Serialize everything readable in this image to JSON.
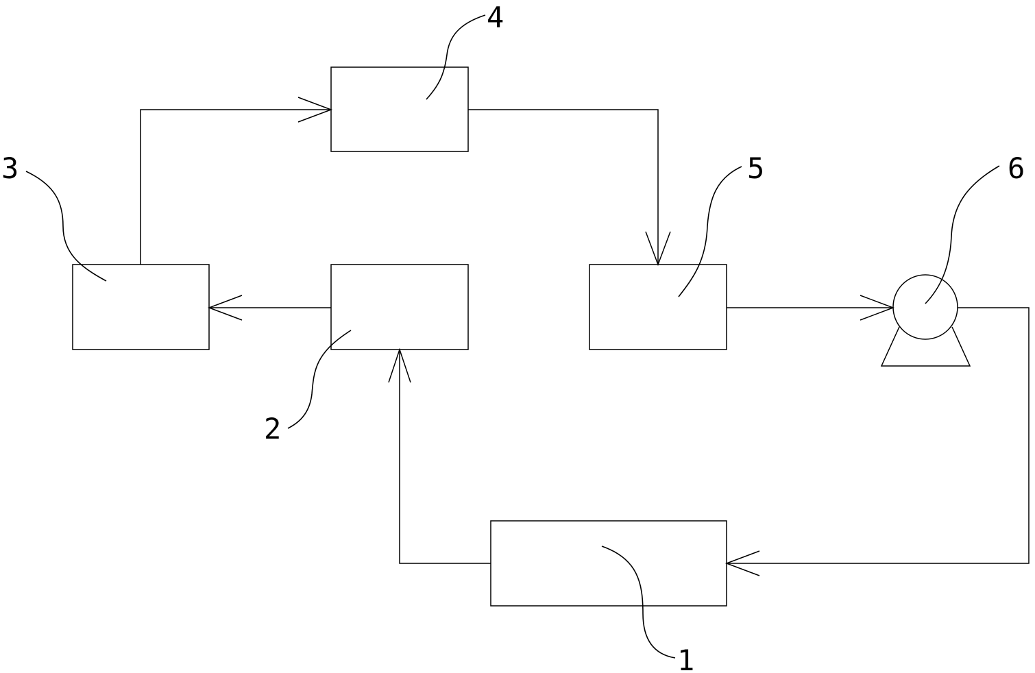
{
  "diagram": {
    "components": [
      {
        "id": "1",
        "label": "1"
      },
      {
        "id": "2",
        "label": "2"
      },
      {
        "id": "3",
        "label": "3"
      },
      {
        "id": "4",
        "label": "4"
      },
      {
        "id": "5",
        "label": "5"
      },
      {
        "id": "6",
        "label": "6",
        "symbol": "pump-icon"
      }
    ],
    "flows": [
      {
        "from": "1",
        "to": "2"
      },
      {
        "from": "2",
        "to": "3"
      },
      {
        "from": "3",
        "to": "4"
      },
      {
        "from": "4",
        "to": "5"
      },
      {
        "from": "5",
        "to": "6"
      },
      {
        "from": "6",
        "to": "1"
      }
    ],
    "colors": {
      "stroke": "#000000",
      "background": "#ffffff"
    }
  }
}
